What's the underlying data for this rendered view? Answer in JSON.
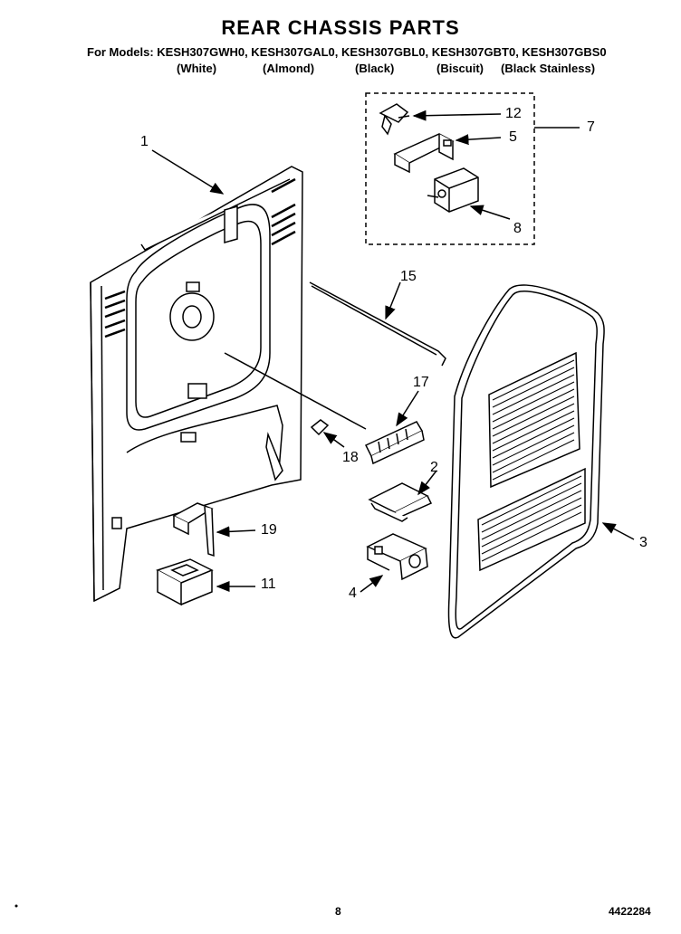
{
  "header": {
    "title": "REAR CHASSIS PARTS",
    "models_line": "For Models: KESH307GWH0, KESH307GAL0, KESH307GBL0, KESH307GBT0, KESH307GBS0",
    "colors": [
      "(White)",
      "(Almond)",
      "(Black)",
      "(Biscuit)",
      "(Black Stainless)"
    ]
  },
  "callouts": {
    "c1": "1",
    "c2": "2",
    "c3": "3",
    "c4": "4",
    "c5": "5",
    "c7": "7",
    "c8": "8",
    "c11": "11",
    "c12": "12",
    "c15": "15",
    "c17": "17",
    "c18": "18",
    "c19": "19"
  },
  "footer": {
    "page": "8",
    "doc_number": "4422284"
  }
}
